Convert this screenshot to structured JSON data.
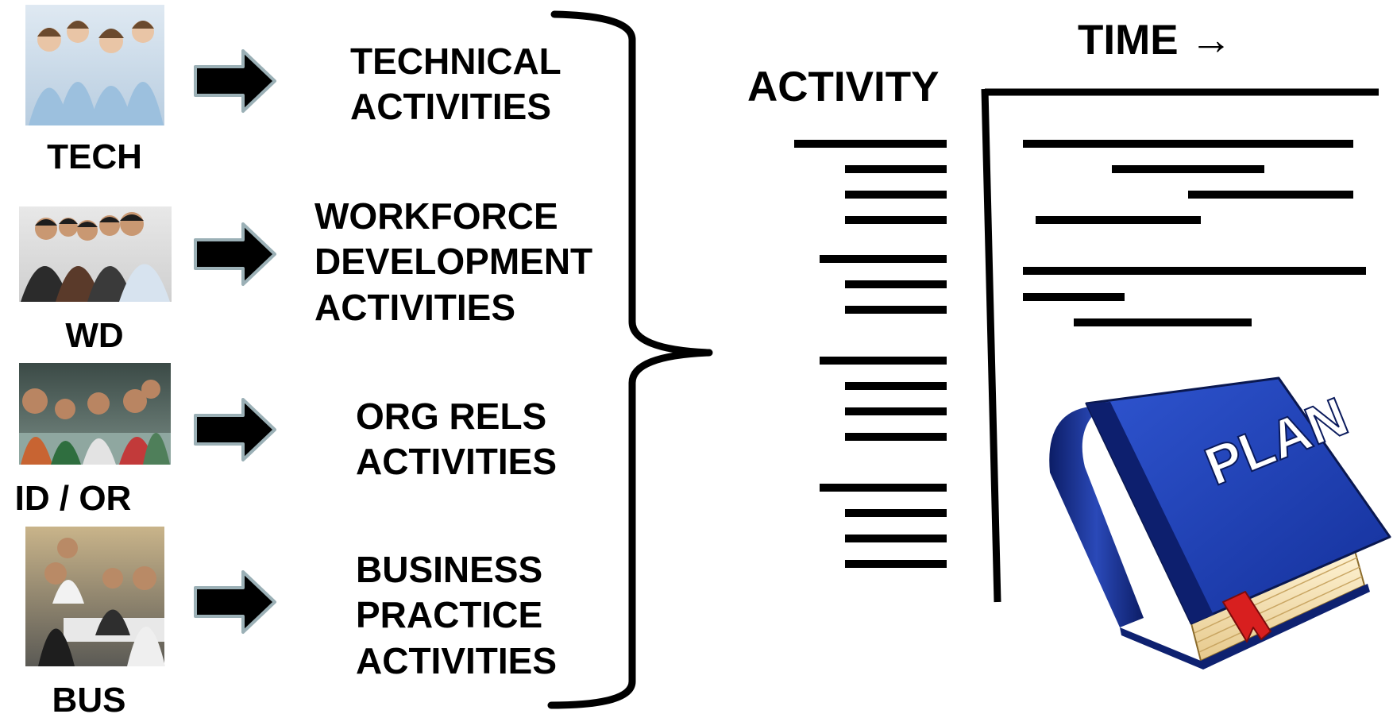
{
  "groups": [
    {
      "abbrev": "TECH",
      "activity_lines": [
        "TECHNICAL",
        "ACTIVITIES"
      ],
      "photo": "team-of-professionals-photo"
    },
    {
      "abbrev": "WD",
      "activity_lines": [
        "WORKFORCE",
        "DEVELOPMENT",
        "ACTIVITIES"
      ],
      "photo": "group-of-workers-photo"
    },
    {
      "abbrev": "ID / OR",
      "activity_lines": [
        "ORG RELS",
        "ACTIVITIES"
      ],
      "photo": "classroom-students-photo"
    },
    {
      "abbrev": "BUS",
      "activity_lines": [
        "BUSINESS",
        "PRACTICE",
        "ACTIVITIES"
      ],
      "photo": "business-meeting-photo"
    }
  ],
  "chart": {
    "activity_label": "ACTIVITY",
    "time_label": "TIME →"
  },
  "book": {
    "title": "PLAN",
    "cover_color": "#1f3fb0",
    "bookmark_color": "#d81f1f"
  },
  "icons": {
    "arrow": "right-arrow-icon",
    "brace": "right-curly-brace"
  }
}
